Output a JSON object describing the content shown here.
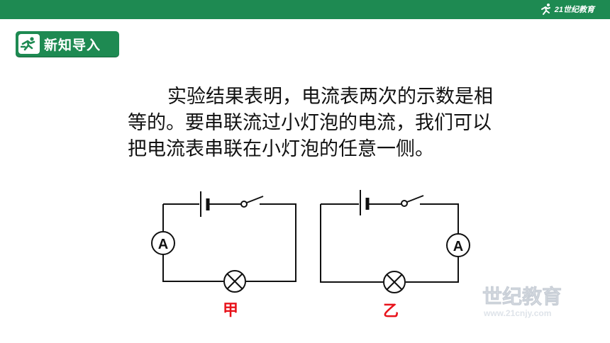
{
  "header": {
    "logo_text": "21世纪教育",
    "logo_icon": "runner-icon"
  },
  "section": {
    "title": "新知导入",
    "icon": "runner-icon"
  },
  "body_text": "实验结果表明，电流表两次的示数是相等的。要串联流过小灯泡的电流，我们可以把电流表串联在小灯泡的任意一侧。",
  "figures": {
    "left": {
      "label": "甲",
      "meter_symbol": "A"
    },
    "right": {
      "label": "乙",
      "meter_symbol": "A"
    }
  },
  "watermark": {
    "text": "世纪教育",
    "url_text": "www.21cnjy.com"
  },
  "colors": {
    "primary_green": "#1e8a52",
    "label_red": "#e8131b",
    "text": "#111111"
  }
}
